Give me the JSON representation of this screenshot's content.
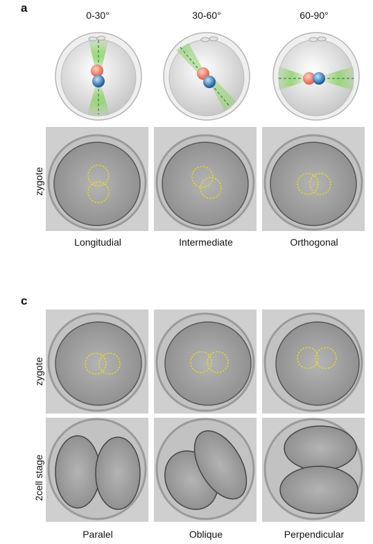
{
  "panel_a": {
    "letter": "a",
    "angles": [
      "0-30°",
      "30-60°",
      "60-90°"
    ],
    "row_label": "zygote",
    "captions": [
      "Longitudial",
      "Intermediate",
      "Orthogonal"
    ]
  },
  "panel_c": {
    "letter": "c",
    "row_labels": [
      "zygote",
      "2cell stage"
    ],
    "captions": [
      "Paralel",
      "Oblique",
      "Perpendicular"
    ]
  },
  "colors": {
    "pronucleus_red": "#f07a6a",
    "pronucleus_blue": "#2f6fa8",
    "spindle_green": "#8fd36a",
    "overlay_yellow": "#f0e000"
  }
}
